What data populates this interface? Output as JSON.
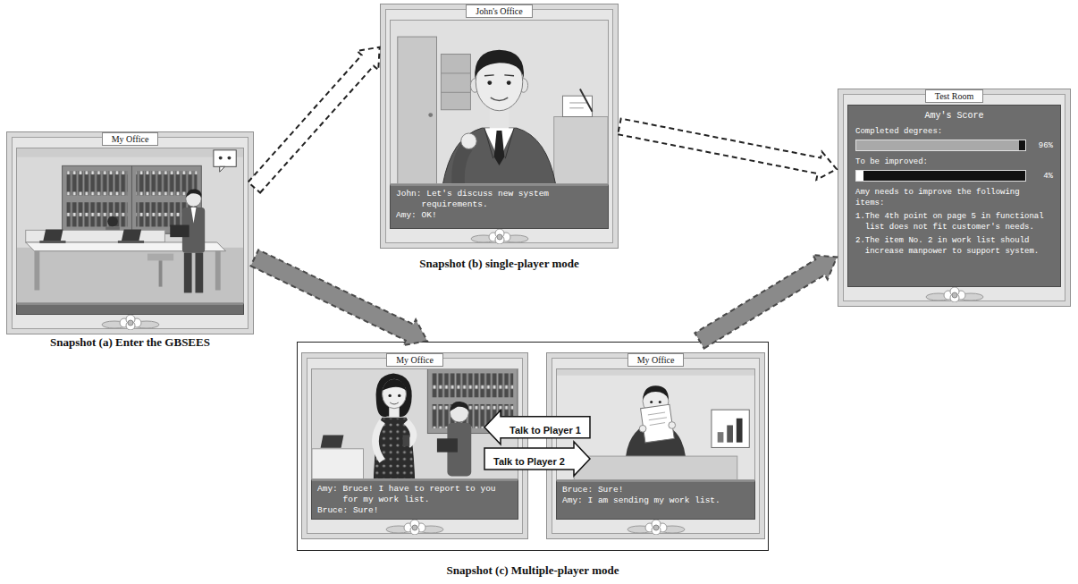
{
  "diagram": {
    "nodes": [
      {
        "text": [
          "My Office",
          "Snapshot (a) Enter the GBSEES"
        ]
      },
      {
        "text": [
          "John's Office",
          "John: Let's discuss new system requirements.",
          "Amy: OK!",
          "Snapshot (b) single-player mode"
        ]
      },
      {
        "text": [
          "Snapshot (c) Multiple-player mode"
        ]
      },
      {
        "text": [
          "My Office",
          "Amy: Bruce! I have to report to you for my work list.",
          "Bruce: Sure!"
        ],
        "in": 2
      },
      {
        "text": [
          "My Office",
          "Bruce: Sure!",
          "Amy: I am sending my work list."
        ],
        "in": 2
      },
      {
        "text": [
          "Test Room",
          "Amy's Score",
          "Completed degrees:",
          "96%",
          "To be improved:",
          "4%",
          "Amy needs to improve the following items:",
          "1.The 4th point on page 5 in functional list does not fit customer's needs.",
          "2.The item No. 2 in work list should increase manpower to support system."
        ]
      }
    ],
    "edges": [
      {
        "from": 0,
        "to": 1,
        "arrow": "to"
      },
      {
        "from": 1,
        "to": 5,
        "arrow": "to"
      },
      {
        "from": 0,
        "to": 2,
        "arrow": "to"
      },
      {
        "from": 2,
        "to": 5,
        "arrow": "to"
      },
      {
        "from": 4,
        "to": 3,
        "label": "Talk to Player 1",
        "arrow": "to"
      },
      {
        "from": 3,
        "to": 4,
        "label": "Talk to Player 2",
        "arrow": "to"
      }
    ]
  }
}
